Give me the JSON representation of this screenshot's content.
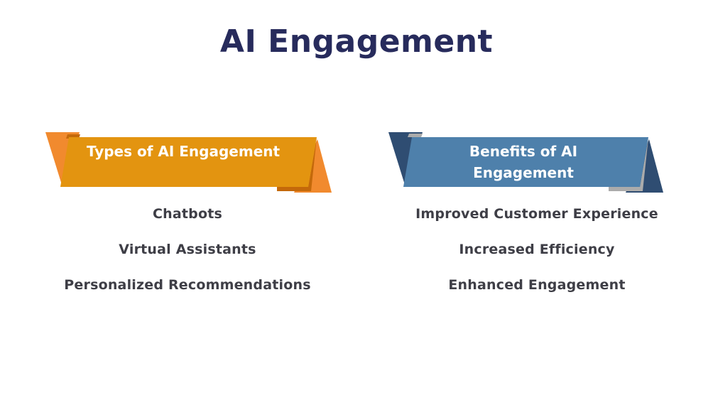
{
  "title": "AI Engagement",
  "colors": {
    "background": "#FFFFFF",
    "title_text": "#272B5C",
    "item_text": "#3E3E46",
    "ribbon_label_text": "#FFFFFF",
    "orange_ribbon_main": "#E39410",
    "orange_ribbon_fold": "#F18A2E",
    "orange_ribbon_shadow": "#C4690A",
    "blue_ribbon_main": "#4E80AB",
    "blue_ribbon_fold": "#2F4D72",
    "blue_ribbon_shadow": "#ABABAB"
  },
  "sections": [
    {
      "heading": "Types of AI Engagement",
      "items": [
        "Chatbots",
        "Virtual Assistants",
        "Personalized Recommendations"
      ]
    },
    {
      "heading": "Benefits of AI Engagement",
      "items": [
        "Improved Customer Experience",
        "Increased Efficiency",
        "Enhanced Engagement"
      ]
    }
  ]
}
